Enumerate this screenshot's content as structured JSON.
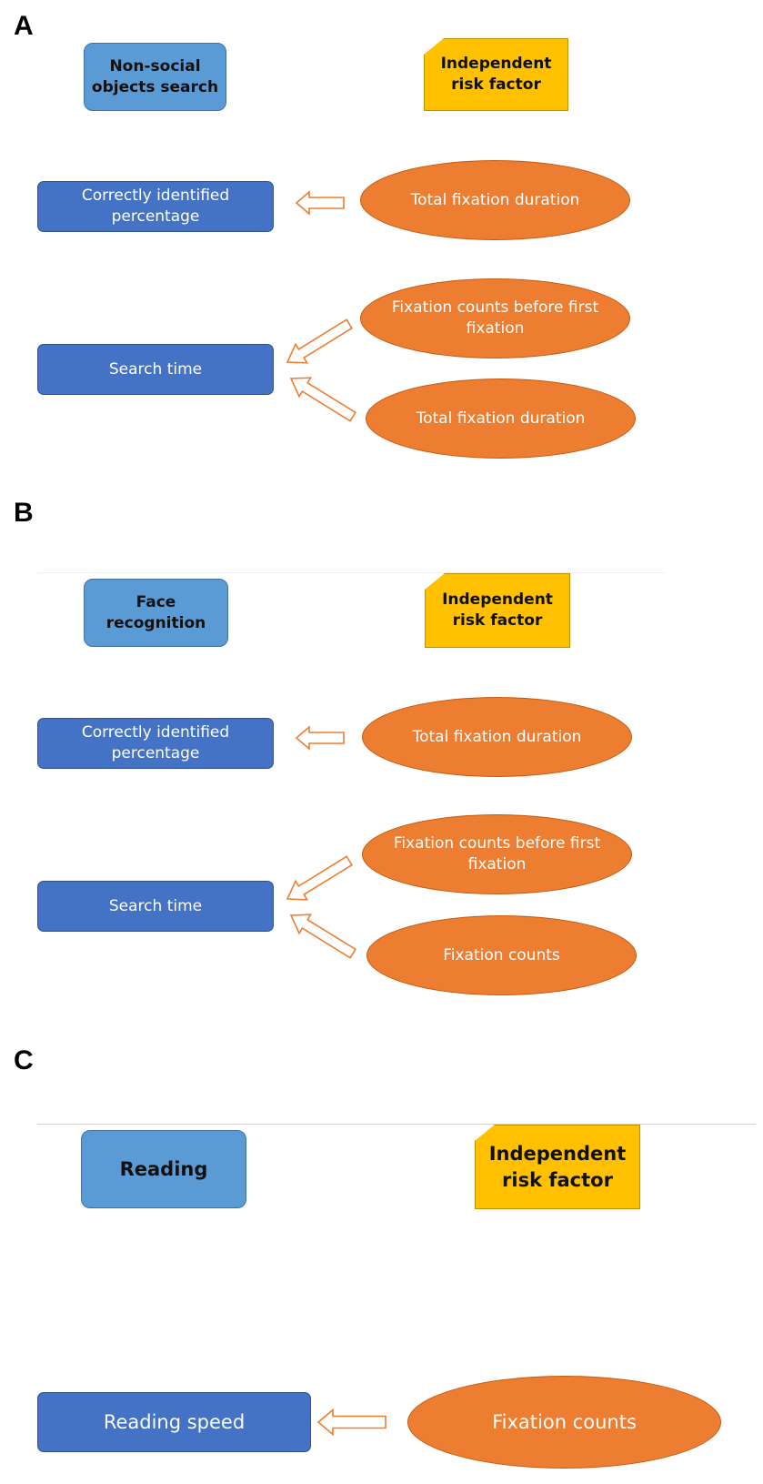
{
  "panels": [
    {
      "letter": "A",
      "task": "Non-social objects search",
      "risk_label": "Independent risk factor",
      "outcomes": [
        "Correctly identified percentage",
        "Search time"
      ],
      "factors": [
        "Total fixation duration",
        "Fixation counts before first fixation",
        "Total fixation duration"
      ]
    },
    {
      "letter": "B",
      "task": "Face recognition",
      "risk_label": "Independent risk factor",
      "outcomes": [
        "Correctly identified percentage",
        "Search time"
      ],
      "factors": [
        "Total fixation duration",
        "Fixation counts before first fixation",
        "Fixation counts"
      ]
    },
    {
      "letter": "C",
      "task": "Reading",
      "risk_label": "Independent risk factor",
      "outcomes": [
        "Reading speed"
      ],
      "factors": [
        "Fixation counts"
      ]
    }
  ],
  "colors": {
    "task": "#5b9bd5",
    "outcome": "#4472c4",
    "risk_label": "#ffc000",
    "factor": "#ed7d31",
    "arrow_outline": "#ed7d31"
  }
}
